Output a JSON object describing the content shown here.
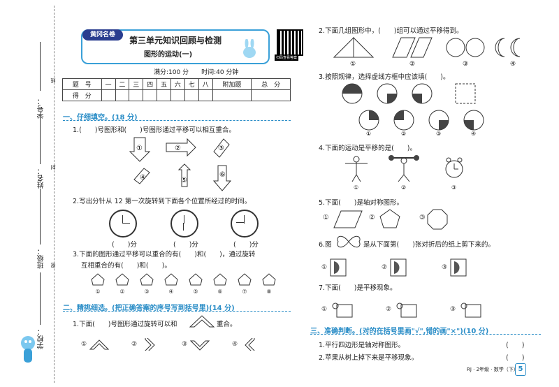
{
  "binding": {
    "student_no": "学号：",
    "name": "姓名：",
    "class": "班级：",
    "school": "学校：",
    "line": "线",
    "seal": "封",
    "seam": "密"
  },
  "header": {
    "logo": "黄冈名卷",
    "title": "第三单元知识回顾与检测",
    "subtitle": "图形的运动(一)",
    "qr_caption": "扫码查看答案",
    "meta": "满分:100 分　　时间:40 分钟"
  },
  "score_table": {
    "header": [
      "题　号",
      "一",
      "二",
      "三",
      "四",
      "五",
      "六",
      "七",
      "八",
      "附加题",
      "总　分"
    ],
    "row_label": "得　分"
  },
  "left": {
    "sec1": "一、仔细填空。(18 分)",
    "q1": "1.(　　)号图形和(　　)号图形通过平移可以相互重合。",
    "q1_labels": [
      "①",
      "②",
      "③",
      "④",
      "⑤",
      "⑥"
    ],
    "q2": "2.写出分针从 12 第一次旋转到下面各个位置所经过的时间。",
    "q2_blanks": [
      "(　　)分",
      "(　　)分",
      "(　　)分"
    ],
    "q3a": "3.下面的图形通过平移可以重合的有(　　)和(　　)，通过旋转",
    "q3b": "互相重合的有(　　)和(　　)。",
    "q3_labels": [
      "①",
      "②",
      "③",
      "④",
      "⑤",
      "⑥",
      "⑦",
      "⑧"
    ],
    "sec2": "二、精挑细选。(把正确答案的序号写到括号里)(14 分)",
    "q4": "1.下面(　　)号图形通过旋转可以和",
    "q4_tail": "重合。",
    "q4_labels": [
      "①",
      "②",
      "③",
      "④"
    ]
  },
  "right": {
    "q5": "2.下面几组图形中，(　　)组可以通过平移得到。",
    "q5_labels": [
      "①",
      "②",
      "③",
      "④"
    ],
    "q6": "3.按照规律，选择虚线方框中应该填(　　)。",
    "q6_labels": [
      "①",
      "②",
      "③",
      "④"
    ],
    "q7": "4.下面的运动是平移的是(　　)。",
    "q7_labels": [
      "①",
      "②",
      "③"
    ],
    "q8": "5.下面(　　)是轴对称图形。",
    "q8_labels": [
      "①",
      "②",
      "③"
    ],
    "q9a": "6.图",
    "q9b": "是从下面第(　　)张对折后的纸上剪下来的。",
    "q9_labels": [
      "①",
      "②",
      "③"
    ],
    "q10": "7.下面(　　)是平移现象。",
    "q10_labels": [
      "①",
      "②",
      "③"
    ],
    "sec3": "三、准确判断。(对的在括号里画\"√\",错的画\"×\")(10 分)",
    "j1": "1.平行四边形是轴对称图形。",
    "j2": "2.苹果从树上掉下来是平移现象。",
    "paren": "(　　)"
  },
  "footer": {
    "text": "RJ · 2年级 · 数学（下）",
    "page": "5"
  }
}
